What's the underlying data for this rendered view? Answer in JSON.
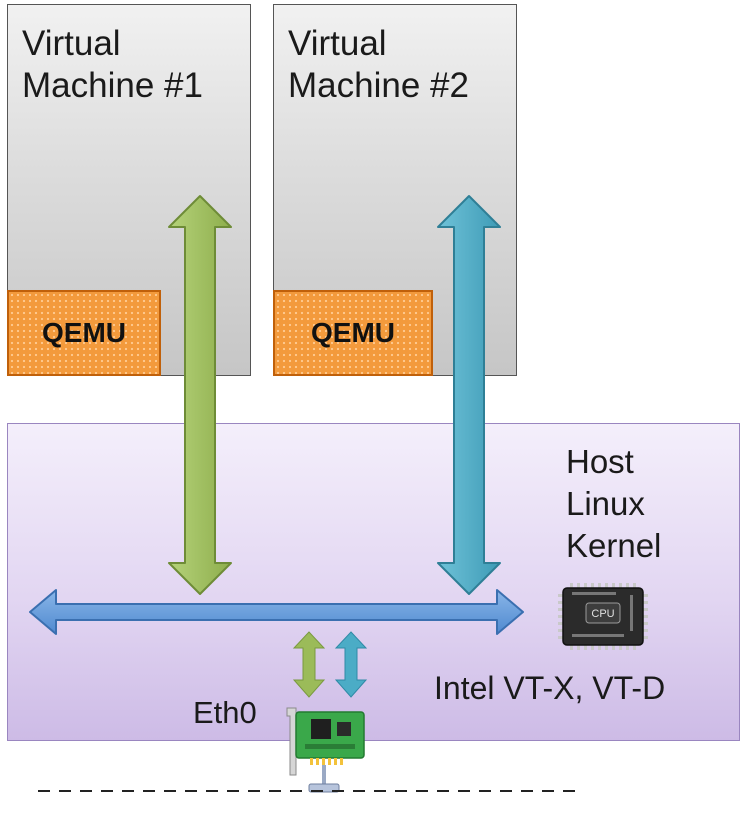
{
  "vm1": {
    "title_line1": "Virtual",
    "title_line2": "Machine #1",
    "qemu_label": "QEMU"
  },
  "vm2": {
    "title_line1": "Virtual",
    "title_line2": "Machine #2",
    "qemu_label": "QEMU"
  },
  "host": {
    "line1": "Host",
    "line2": "Linux",
    "line3": "Kernel",
    "cpu_chip_label": "CPU"
  },
  "hardware": {
    "virt_label": "Intel VT-X, VT-D",
    "nic_label": "Eth0"
  },
  "colors": {
    "vm1_path": "#9bbb59",
    "vm2_path": "#4bacc6",
    "bus": "#5b9bd5",
    "host_bg": "#e2d6f2",
    "qemu": "#f39a3c"
  }
}
